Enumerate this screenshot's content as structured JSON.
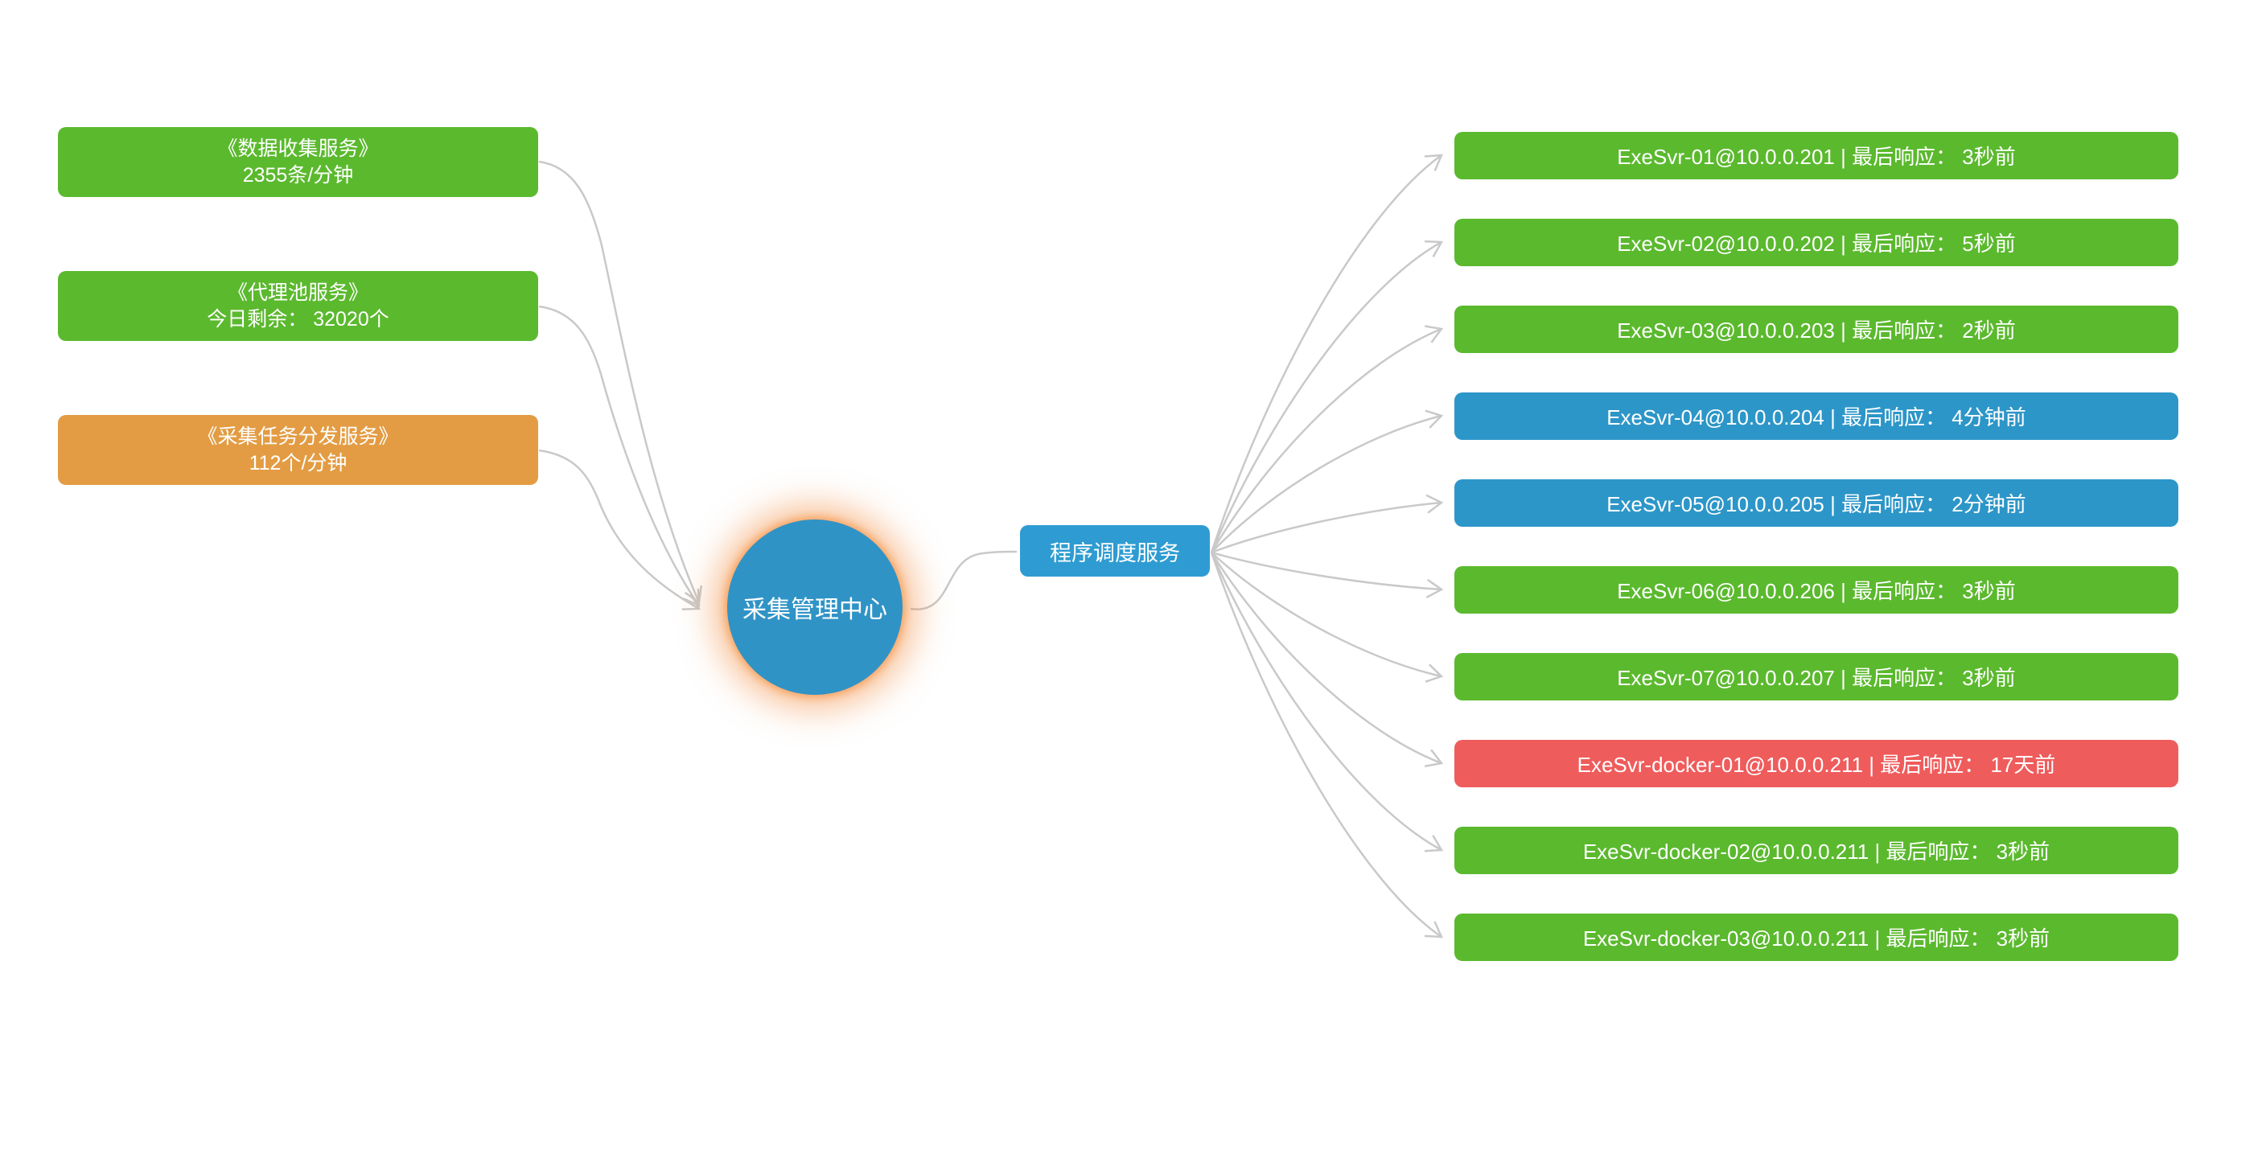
{
  "colors": {
    "healthy_green": "#5BB92E",
    "warning_orange": "#E39C43",
    "delayed_blue": "#2D96C8",
    "offline_red": "#EF5C5C",
    "center_circle_blue": "#3093C6",
    "scheduler_blue": "#2E9CD2",
    "connector_gray": "#C9C9C9",
    "glow_orange": "#F3904E",
    "node_text": "#FFFFFF"
  },
  "center_node": {
    "label": "采集管理中心"
  },
  "input_services": [
    {
      "title": "《数据收集服务》",
      "metric": "2355条/分钟",
      "status": "green"
    },
    {
      "title": "《代理池服务》",
      "metric": "今日剩余： 32020个",
      "status": "green"
    },
    {
      "title": "《采集任务分发服务》",
      "metric": "112个/分钟",
      "status": "orange"
    }
  ],
  "scheduler": {
    "label": "程序调度服务"
  },
  "exec_servers": [
    {
      "label": "ExeSvr-01@10.0.0.201 | 最后响应： 3秒前",
      "status": "green"
    },
    {
      "label": "ExeSvr-02@10.0.0.202 | 最后响应： 5秒前",
      "status": "green"
    },
    {
      "label": "ExeSvr-03@10.0.0.203 | 最后响应： 2秒前",
      "status": "green"
    },
    {
      "label": "ExeSvr-04@10.0.0.204 | 最后响应： 4分钟前",
      "status": "blue"
    },
    {
      "label": "ExeSvr-05@10.0.0.205 | 最后响应： 2分钟前",
      "status": "blue"
    },
    {
      "label": "ExeSvr-06@10.0.0.206 | 最后响应： 3秒前",
      "status": "green"
    },
    {
      "label": "ExeSvr-07@10.0.0.207 | 最后响应： 3秒前",
      "status": "green"
    },
    {
      "label": "ExeSvr-docker-01@10.0.0.211 | 最后响应： 17天前",
      "status": "red"
    },
    {
      "label": "ExeSvr-docker-02@10.0.0.211 | 最后响应： 3秒前",
      "status": "green"
    },
    {
      "label": "ExeSvr-docker-03@10.0.0.211 | 最后响应： 3秒前",
      "status": "green"
    }
  ]
}
